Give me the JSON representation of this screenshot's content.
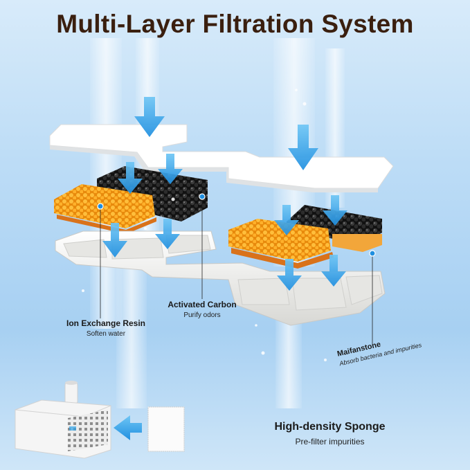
{
  "title": "Multi-Layer Filtration System",
  "labels": {
    "ion_exchange_resin": {
      "name": "Ion Exchange Resin",
      "desc": "Soften water"
    },
    "activated_carbon": {
      "name": "Activated Carbon",
      "desc": "Purify odors"
    },
    "maifanstone": {
      "name": "Maifanstone",
      "desc": "Absorb bacteria and impurities"
    },
    "sponge": {
      "name": "High-density Sponge",
      "desc": "Pre-filter impurities"
    }
  },
  "icons": [
    "water-stream-icon",
    "down-arrow-icon",
    "left-arrow-icon",
    "water-pump-icon",
    "sponge-icon",
    "resin-layer-icon",
    "carbon-layer-icon",
    "filter-tray-icon",
    "filter-cover-icon"
  ],
  "colors": {
    "title": "#3a1f0f",
    "arrow": "#2ea3e8",
    "resin": "#f3a21a",
    "carbon": "#1b1b1b",
    "tray": "#f2f2f0",
    "background": "#bcdcf6"
  }
}
